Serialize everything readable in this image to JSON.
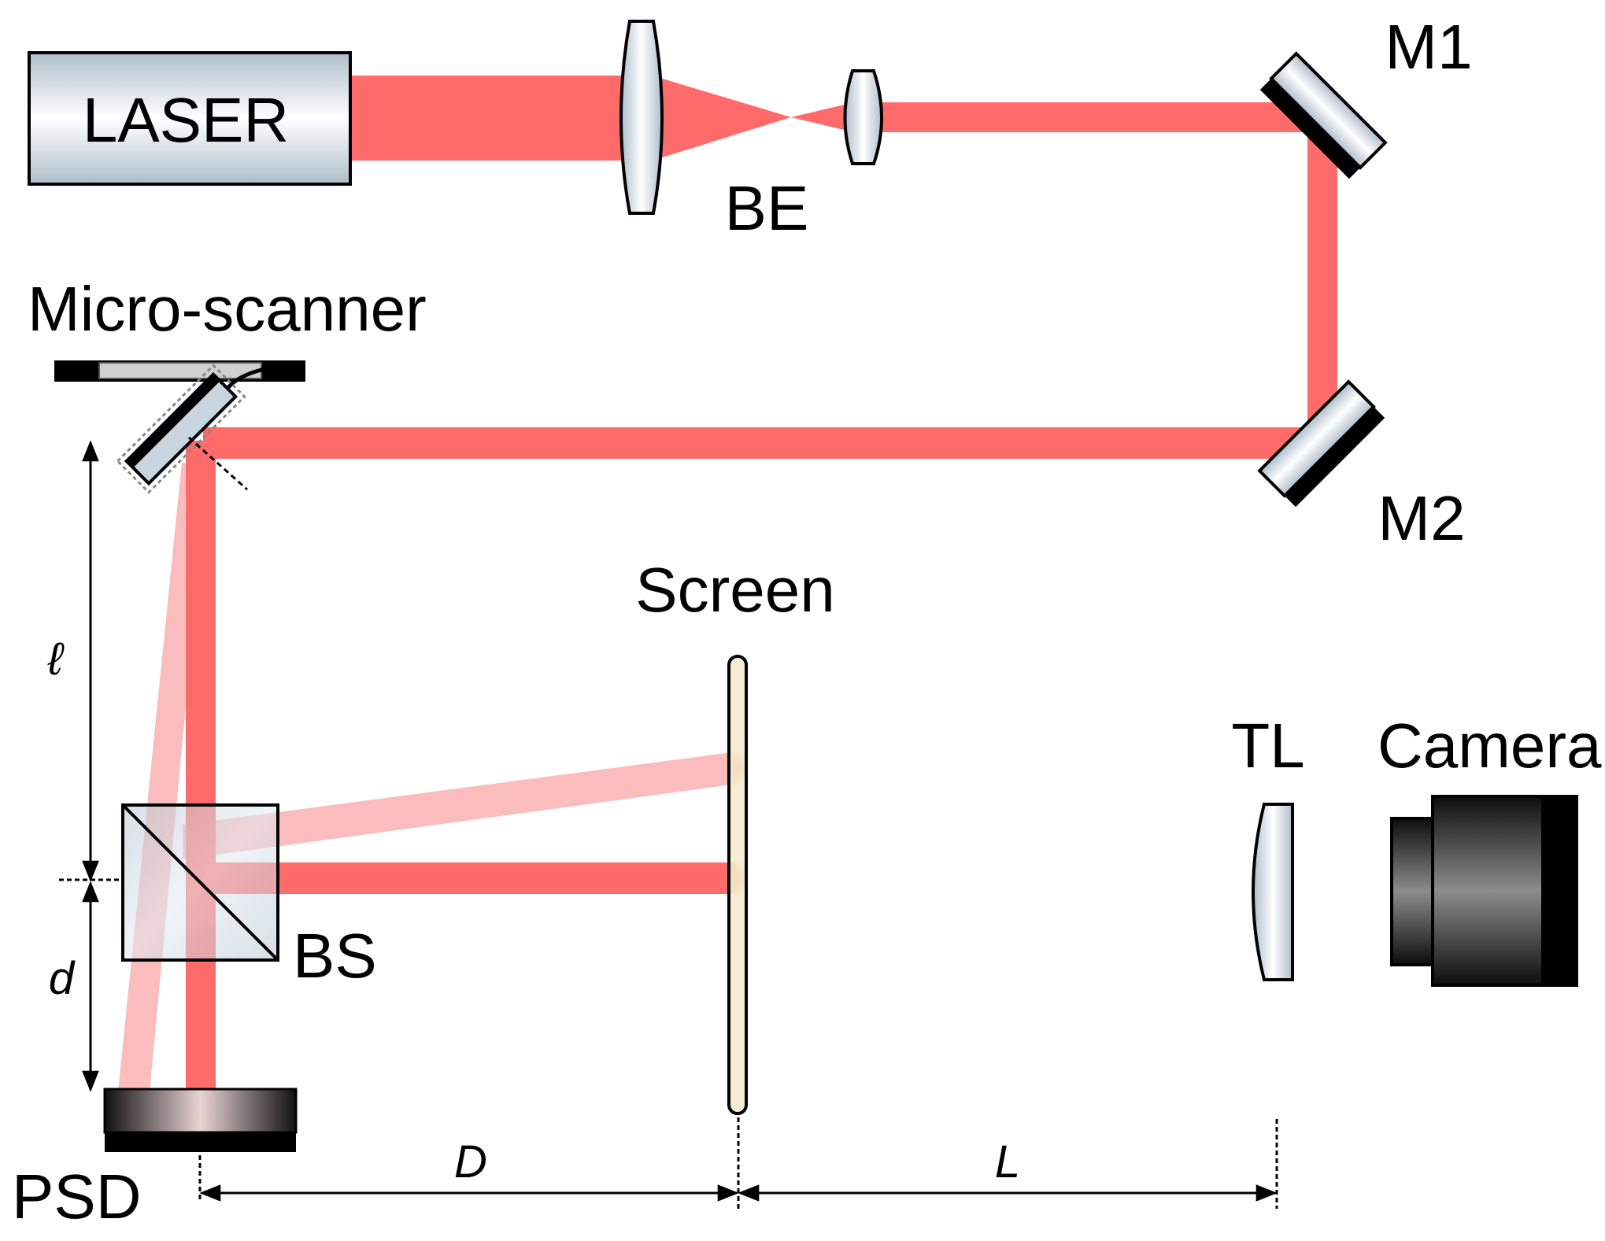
{
  "labels": {
    "laser": "LASER",
    "be": "BE",
    "m1": "M1",
    "m2": "M2",
    "micro_scanner": "Micro-scanner",
    "screen": "Screen",
    "tl": "TL",
    "camera": "Camera",
    "bs": "BS",
    "psd": "PSD",
    "dim_l_small": "ℓ",
    "dim_d_small": "d",
    "dim_D": "D",
    "dim_L": "L"
  },
  "colors": {
    "beam": "#ff6a6a",
    "beam_faint": "#f9b5b5",
    "optic_edge": "#b8c6d3",
    "optic_center": "#ffffff",
    "mirror_back": "#000000",
    "screen_fill": "#f4ecce",
    "camera_dark": "#111111",
    "camera_light": "#8a8a8a",
    "psd_glow": "#e6c9c9"
  },
  "icons": {
    "laser": "laser-box",
    "beam_expander": "lens-pair",
    "mirror": "flat-mirror",
    "scanner": "mems-mirror",
    "beam_splitter": "cube-beam-splitter",
    "detector": "position-sensitive-detector",
    "tube_lens": "plano-convex-lens",
    "camera": "camera-body"
  }
}
